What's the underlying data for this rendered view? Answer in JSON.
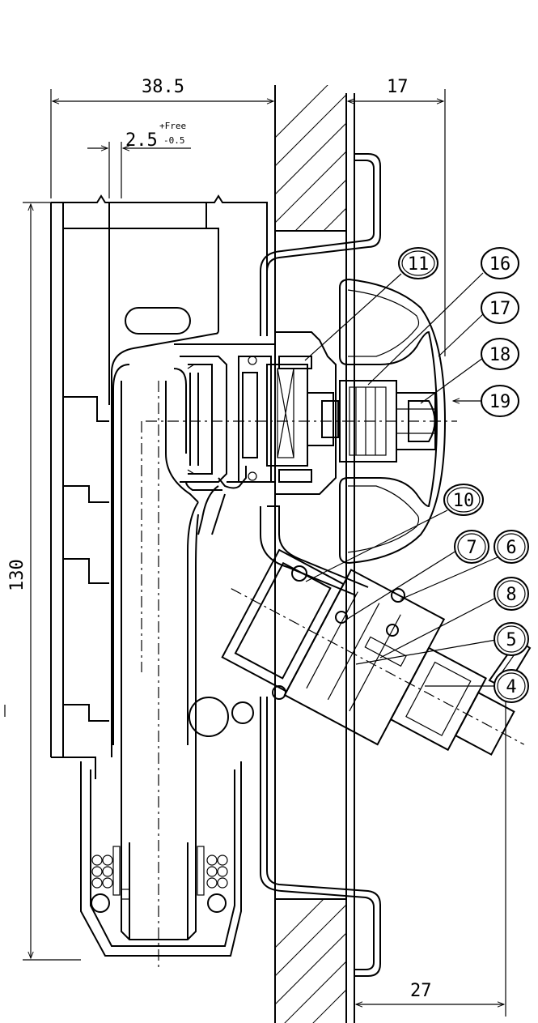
{
  "dimensions": {
    "width_top": "38.5",
    "offset": "2.5",
    "tol_plus": "+Free",
    "tol_minus": "-0.5",
    "right_top": "17",
    "height": "130",
    "right_bottom": "27"
  },
  "callouts": [
    "11",
    "16",
    "17",
    "18",
    "19",
    "10",
    "7",
    "6",
    "8",
    "5",
    "4"
  ]
}
